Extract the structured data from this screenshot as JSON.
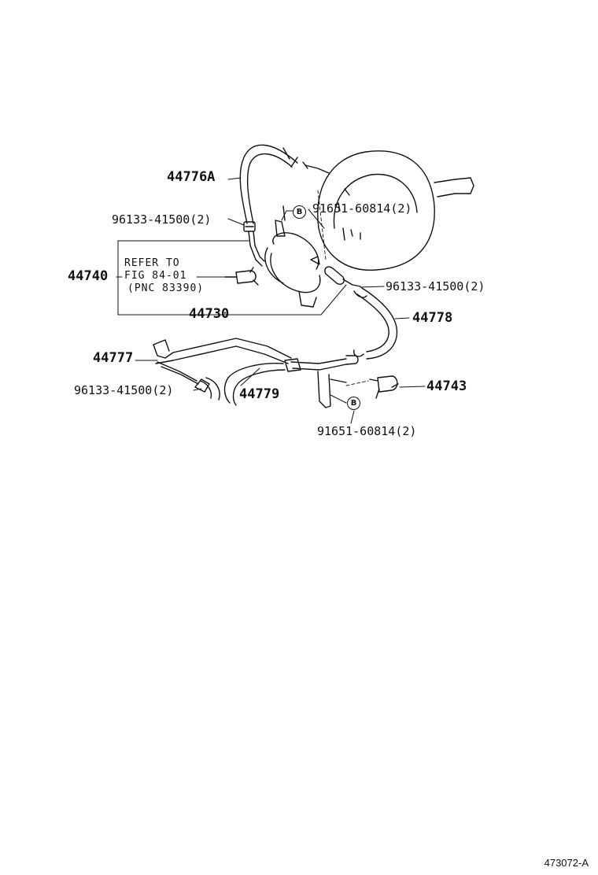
{
  "labels": {
    "part_44776a": "44776A",
    "clip_top": "96133-41500(2)",
    "bolt_top": "91651-60814(2)",
    "bolt_top_badge": "B",
    "part_44740": "44740",
    "refer_line1": "REFER TO",
    "refer_line2": "FIG 84-01",
    "refer_line3": "(PNC 83390)",
    "clip_right": "96133-41500(2)",
    "part_44730": "44730",
    "part_44778": "44778",
    "part_44777": "44777",
    "clip_left": "96133-41500(2)",
    "part_44779": "44779",
    "part_44743": "44743",
    "bolt_bottom": "91651-60814(2)",
    "bolt_bottom_badge": "B"
  },
  "diagram_code": "473072-A"
}
